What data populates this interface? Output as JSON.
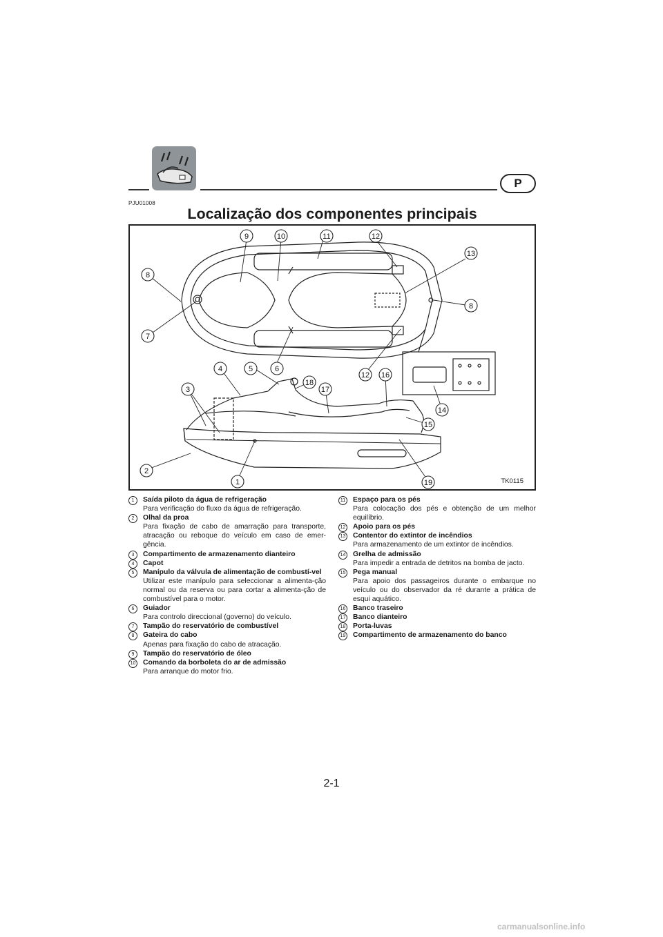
{
  "header": {
    "language_badge": "P",
    "doc_code": "PJU01008"
  },
  "page_title": "Localização dos componentes principais",
  "figure": {
    "code": "TK0115"
  },
  "items": [
    {
      "num": "1",
      "title": "Saída piloto da água de refrigeração",
      "desc": "Para verificação do fluxo da água de refrigeração."
    },
    {
      "num": "2",
      "title": "Olhal da proa",
      "desc": "Para fixação de cabo de amarração para transporte, atracação ou reboque do veículo em caso de emer-gência."
    },
    {
      "num": "3",
      "title": "Compartimento de armazenamento dianteiro",
      "desc": ""
    },
    {
      "num": "4",
      "title": "Capot",
      "desc": ""
    },
    {
      "num": "5",
      "title": "Manípulo da válvula de alimentação de combustí-vel",
      "desc": "Utilizar este manípulo para seleccionar a alimenta-ção normal ou da reserva ou para cortar a alimenta-ção de combustível para o motor."
    },
    {
      "num": "6",
      "title": "Guiador",
      "desc": "Para controlo direccional (governo) do veículo."
    },
    {
      "num": "7",
      "title": "Tampão do reservatório de combustível",
      "desc": ""
    },
    {
      "num": "8",
      "title": "Gateira do cabo",
      "desc": "Apenas para fixação do cabo de atracação."
    },
    {
      "num": "9",
      "title": "Tampão do reservatório de óleo",
      "desc": ""
    },
    {
      "num": "10",
      "title": "Comando da borboleta do ar de admissão",
      "desc": "Para arranque do motor frio."
    },
    {
      "num": "11",
      "title": "Espaço para os pés",
      "desc": "Para colocação dos pés e obtenção de um melhor equilíbrio."
    },
    {
      "num": "12",
      "title": "Apoio para os pés",
      "desc": ""
    },
    {
      "num": "13",
      "title": "Contentor do extintor de incêndios",
      "desc": "Para armazenamento de um extintor de incêndios."
    },
    {
      "num": "14",
      "title": "Grelha de admissão",
      "desc": "Para impedir a entrada de detritos na bomba de jacto."
    },
    {
      "num": "15",
      "title": "Pega manual",
      "desc": "Para apoio dos passageiros durante o embarque no veículo ou do observador da ré durante a prática de esqui aquático."
    },
    {
      "num": "16",
      "title": "Banco traseiro",
      "desc": ""
    },
    {
      "num": "17",
      "title": "Banco dianteiro",
      "desc": ""
    },
    {
      "num": "18",
      "title": "Porta-luvas",
      "desc": ""
    },
    {
      "num": "19",
      "title": "Compartimento de armazenamento do banco",
      "desc": ""
    }
  ],
  "page_number": "2-1",
  "watermark": "carmanualsonline.info"
}
